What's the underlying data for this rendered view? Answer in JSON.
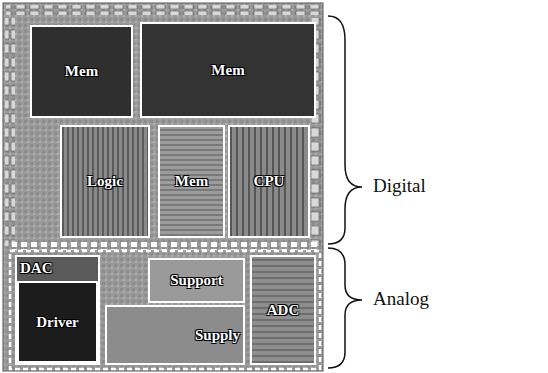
{
  "diagram": {
    "nodes": [
      {
        "text": [
          "Mem"
        ]
      },
      {
        "text": [
          "Mem"
        ]
      },
      {
        "text": [
          "Logic"
        ]
      },
      {
        "text": [
          "Mem"
        ]
      },
      {
        "text": [
          "CPU"
        ]
      },
      {
        "text": [
          "DAC"
        ]
      },
      {
        "text": [
          "Driver"
        ],
        "in": 5
      },
      {
        "text": [
          "Support"
        ]
      },
      {
        "text": [
          "ADC"
        ]
      },
      {
        "text": [
          "Supply"
        ]
      }
    ],
    "labels": [
      "Digital",
      "Analog"
    ]
  }
}
